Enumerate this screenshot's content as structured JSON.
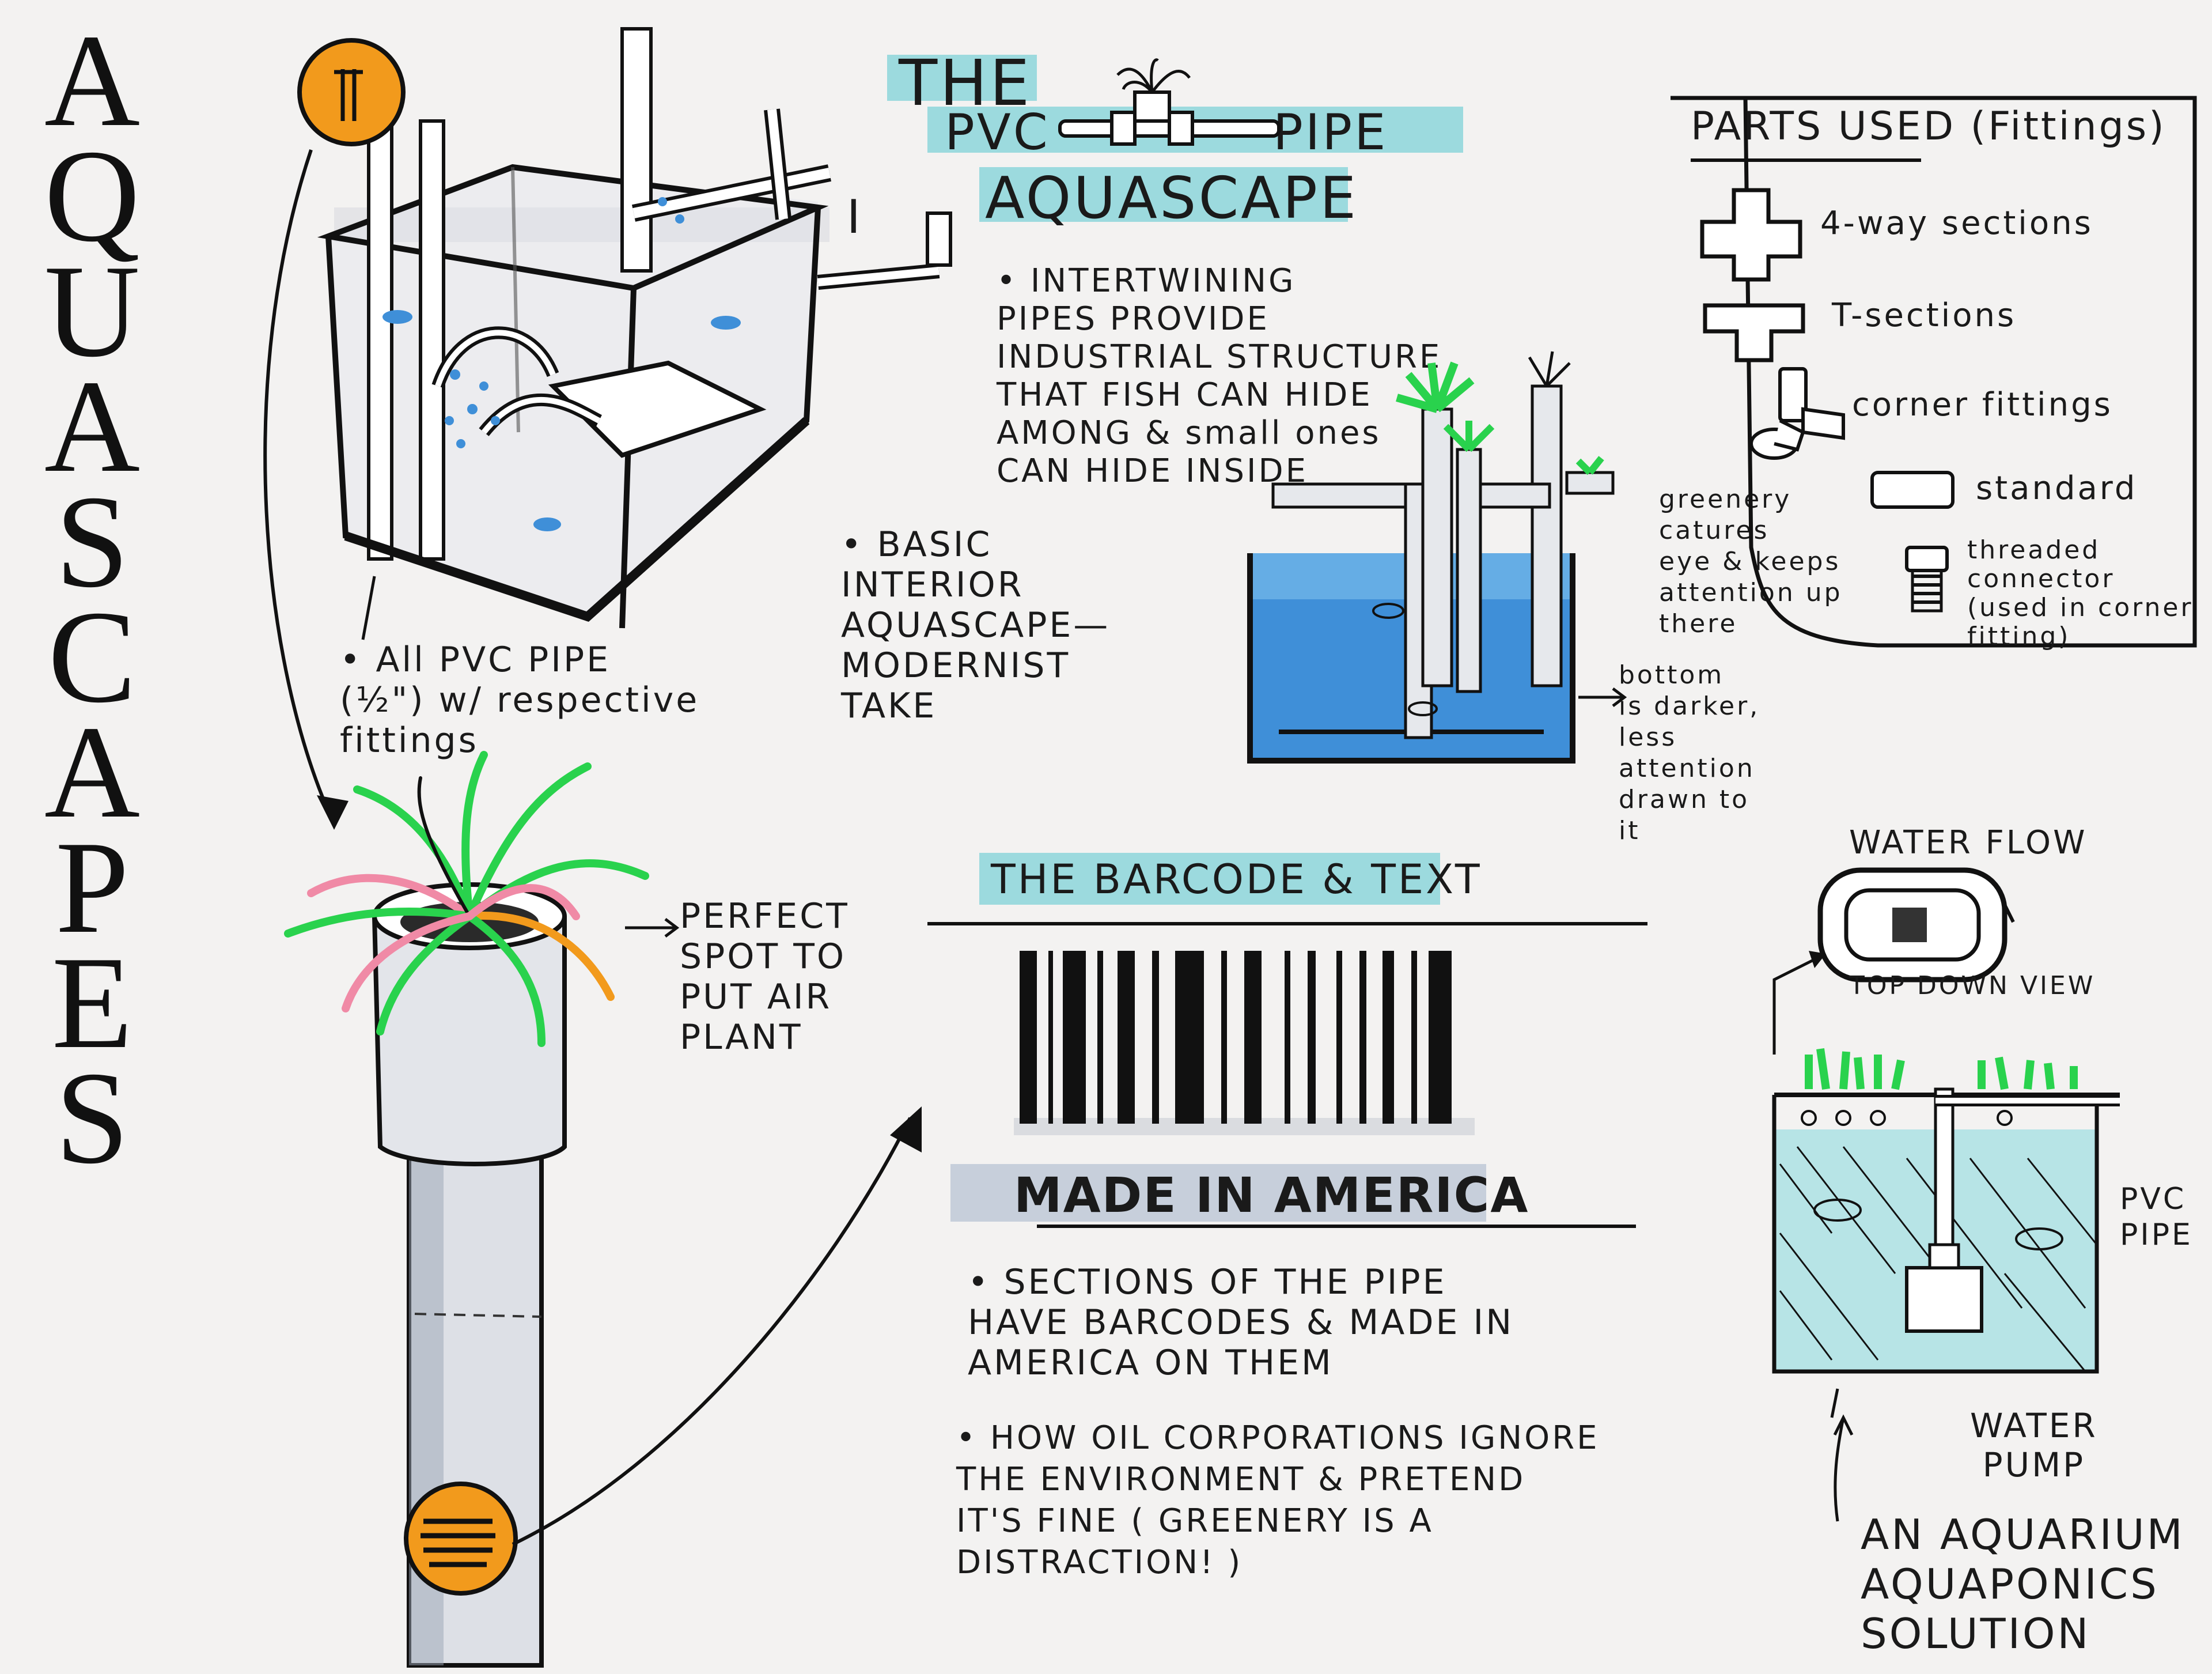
{
  "title": {
    "vertical": "AQUASCAPES",
    "letters": [
      "A",
      "Q",
      "U",
      "A",
      "S",
      "C",
      "A",
      "P",
      "E",
      "S"
    ]
  },
  "main_heading": {
    "line1_a": "THE",
    "line1_b": "PVC",
    "line1_c": "PIPE",
    "line2": "AQUASCAPE"
  },
  "tank_sketch": {
    "pipe_note": "• All PVC PIPE\n(½\") w/ respective\nfittings",
    "interior_note": "• BASIC\nINTERIOR\nAQUASCAPE—\nMODERNIST\nTAKE",
    "roman_numeral": "I"
  },
  "intertwining_note": "• INTERTWINING\nPIPES PROVIDE\nINDUSTRIAL STRUCTURE\nTHAT FISH CAN HIDE\nAMONG & small ones\nCAN HIDE INSIDE",
  "side_view": {
    "greenery_note": "greenery\ncatures\neye & keeps\nattention up\nthere",
    "bottom_note": "bottom\nis darker,\nless\nattention\ndrawn to\nit"
  },
  "parts": {
    "title": "PARTS USED (Fittings)",
    "items": [
      {
        "icon": "four-way-icon",
        "label": "4-way sections"
      },
      {
        "icon": "t-section-icon",
        "label": "T-sections"
      },
      {
        "icon": "corner-fitting-icon",
        "label": "corner fittings"
      },
      {
        "icon": "standard-fitting-icon",
        "label": "standard"
      },
      {
        "icon": "threaded-connector-icon",
        "label": "threaded\nconnector\n(used in corner\nfitting)"
      }
    ]
  },
  "air_plant": {
    "note": "PERFECT\nSPOT TO\nPUT AIR\nPLANT"
  },
  "barcode_section": {
    "heading": "THE BARCODE & TEXT",
    "made_in": "MADE IN AMERICA",
    "note1": "• SECTIONS OF THE PIPE\nHAVE BARCODES & MADE IN\nAMERICA ON THEM",
    "note2": "• HOW OIL CORPORATIONS IGNORE\nTHE ENVIRONMENT & PRETEND\nIT'S FINE ( GREENERY IS A\nDISTRACTION! )"
  },
  "aquaponics": {
    "waterflow": "WATER FLOW",
    "topdown": "TOP DOWN VIEW",
    "pvc_pipe": "PVC\nPIPE",
    "pump": "WATER\nPUMP",
    "solution": "AN AQUARIUM\nAQUAPONICS\nSOLUTION"
  },
  "colors": {
    "highlight": "#7fd1d7",
    "water": "#3f8fd8",
    "plant_green": "#29d24d",
    "accent_orange": "#f29a1c",
    "accent_pink": "#f08aa6"
  }
}
